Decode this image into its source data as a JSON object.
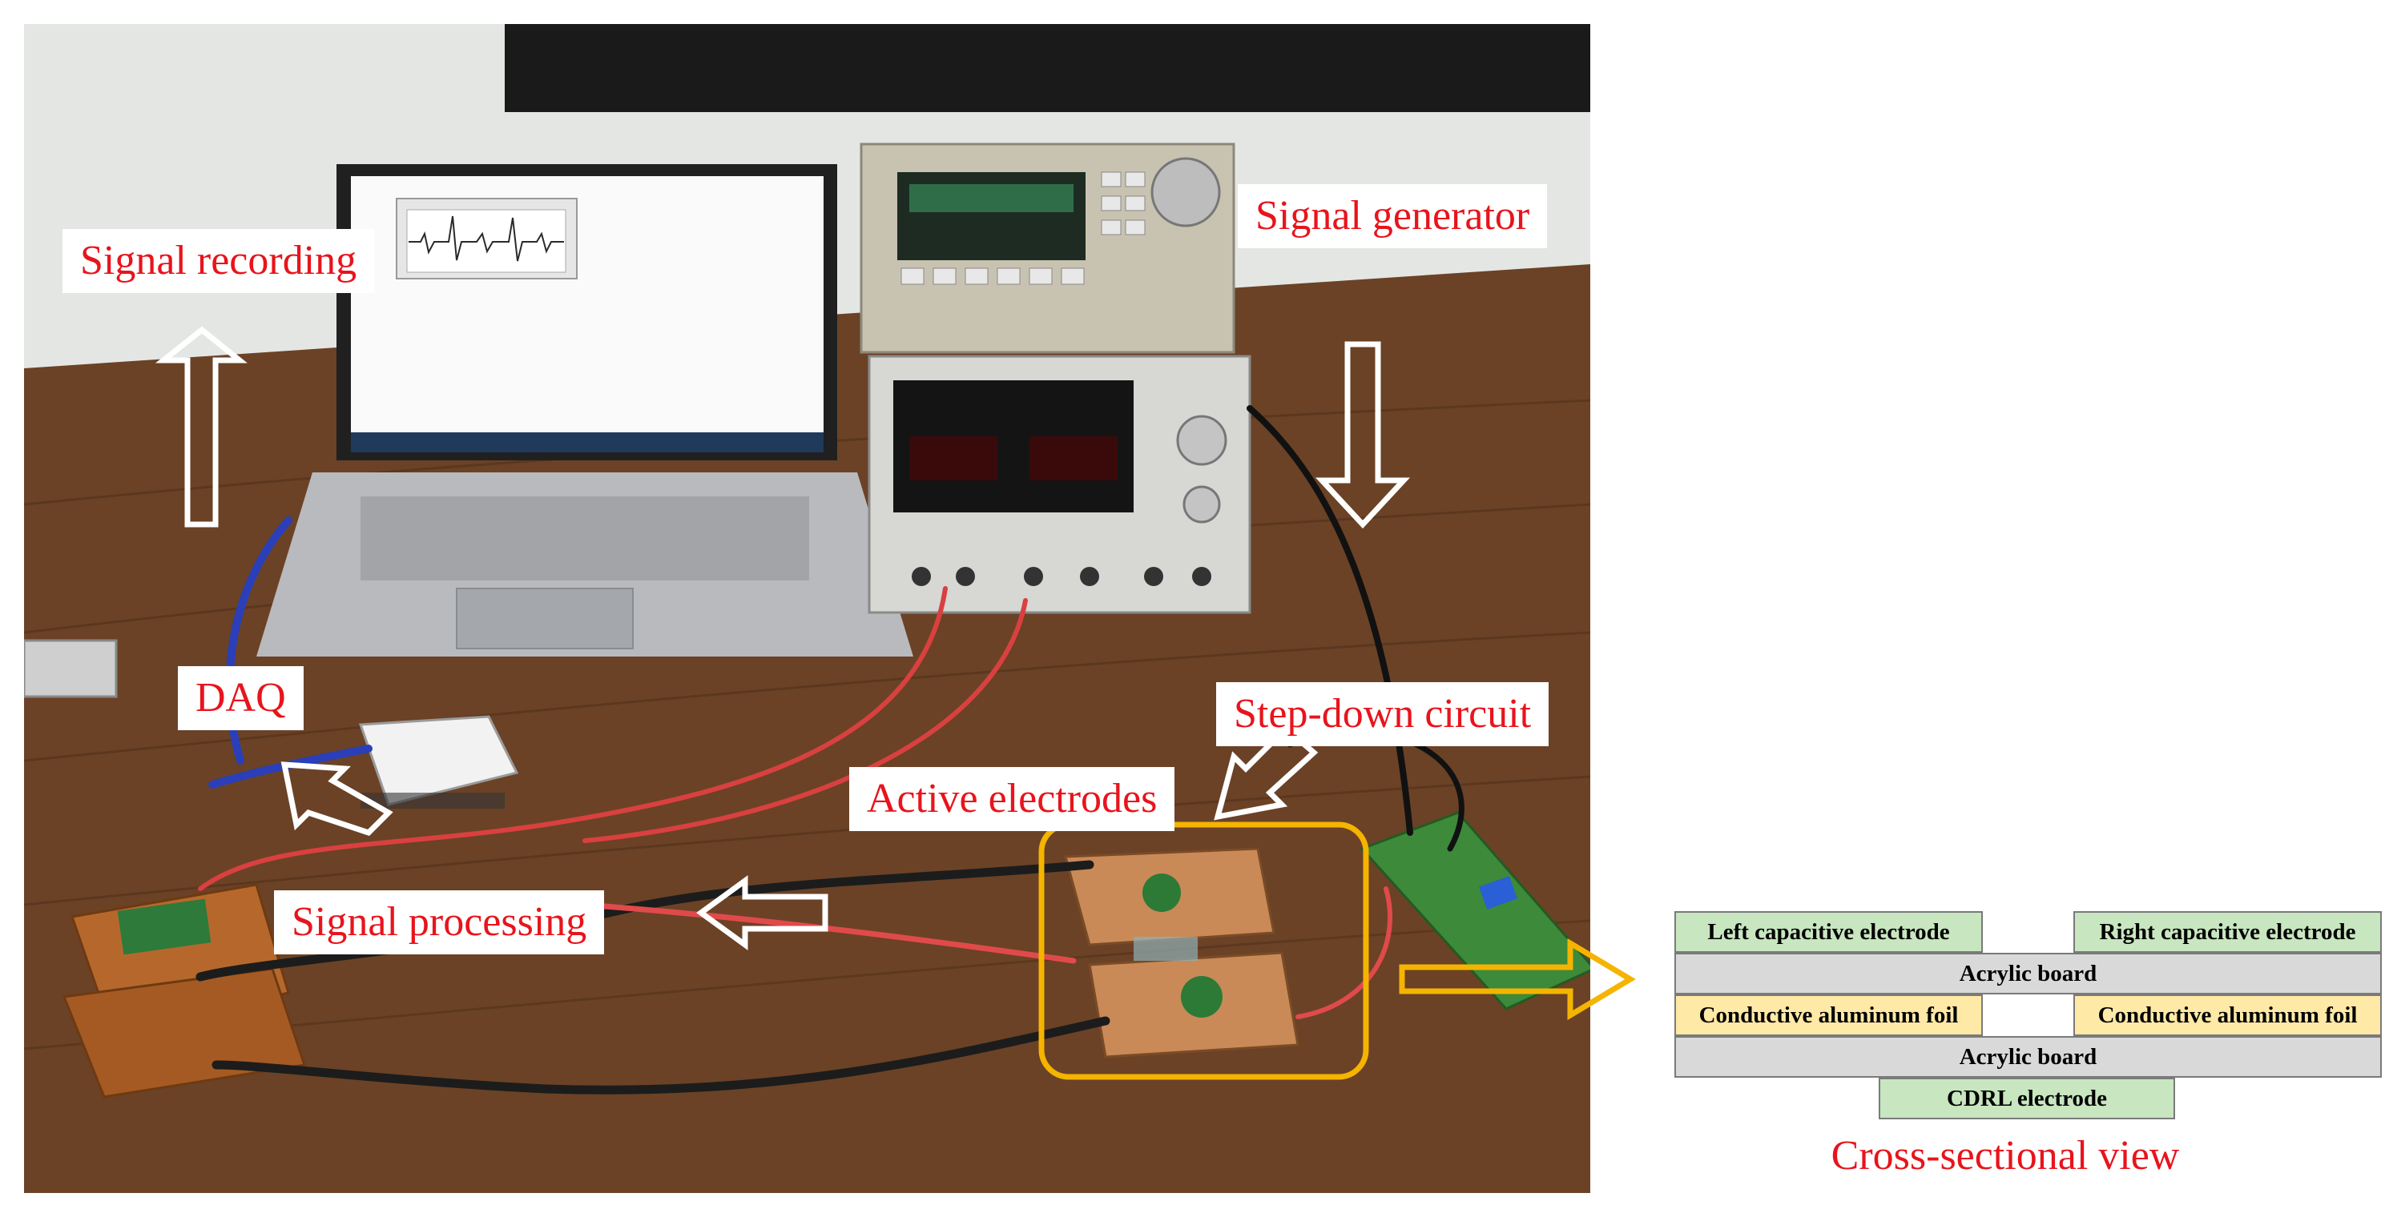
{
  "labels": {
    "signal_recording": "Signal recording",
    "signal_generator": "Signal generator",
    "daq": "DAQ",
    "step_down_circuit": "Step-down circuit",
    "active_electrodes": "Active electrodes",
    "signal_processing": "Signal processing"
  },
  "cross_section": {
    "left_capacitive_electrode": "Left capacitive electrode",
    "right_capacitive_electrode": "Right capacitive electrode",
    "acrylic_board_top": "Acrylic board",
    "left_conductive_foil": "Conductive aluminum foil",
    "right_conductive_foil": "Conductive aluminum foil",
    "acrylic_board_bottom": "Acrylic board",
    "cdrl_electrode": "CDRL electrode",
    "caption": "Cross-sectional view"
  },
  "colors": {
    "label_text": "#e8141c",
    "highlight": "#f4b400",
    "layer_green": "#c8e6c0",
    "layer_grey": "#d9d9d9",
    "layer_yellow": "#ffe9a6"
  }
}
